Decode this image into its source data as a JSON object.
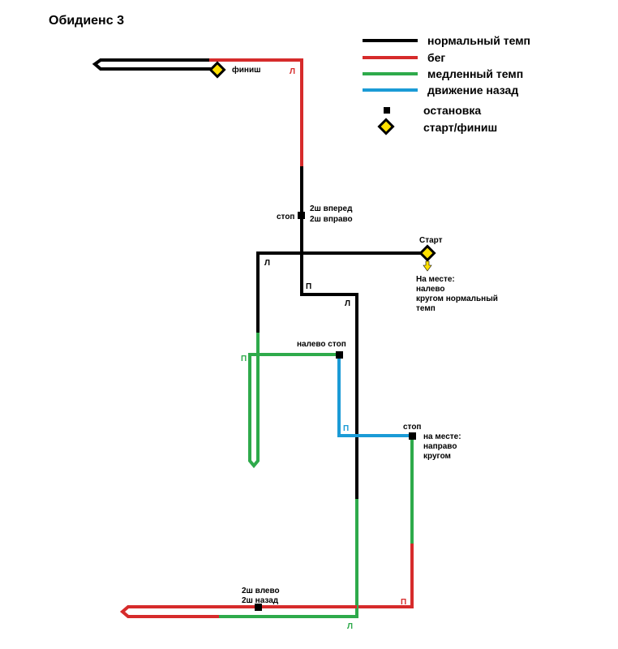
{
  "title": "Обидиенс 3",
  "colors": {
    "normal": "#000000",
    "run": "#d62b2b",
    "slow": "#2eaa4b",
    "back": "#1b9bd6",
    "marker_fill": "#ffe000",
    "arrow": "#ffe000"
  },
  "legend": {
    "normal": "нормальный темп",
    "run": "бег",
    "slow": "медленный темп",
    "back": "движение назад",
    "stop": "остановка",
    "start_finish": "старт/финиш"
  },
  "labels": {
    "finish": "финиш",
    "start": "Старт",
    "stop_top": "стоп",
    "fwd_line1": "2ш вперед",
    "fwd_line2": "2ш вправо",
    "onplace_line1": "На месте:",
    "onplace_line2": "налево",
    "onplace_line3": "кругом нормальный",
    "onplace_line4": "темп",
    "left_stop": "налево стоп",
    "stop_mid": "стоп",
    "right_line1": "на месте:",
    "right_line2": "направо",
    "right_line3": "кругом",
    "bottom_line1": "2ш влево",
    "bottom_line2": "2ш назад"
  },
  "turns": {
    "t1": "Л",
    "t2": "Л",
    "t3": "П",
    "t4": "Л",
    "t5": "П",
    "t6": "П",
    "t7": "П",
    "t8": "Л"
  }
}
